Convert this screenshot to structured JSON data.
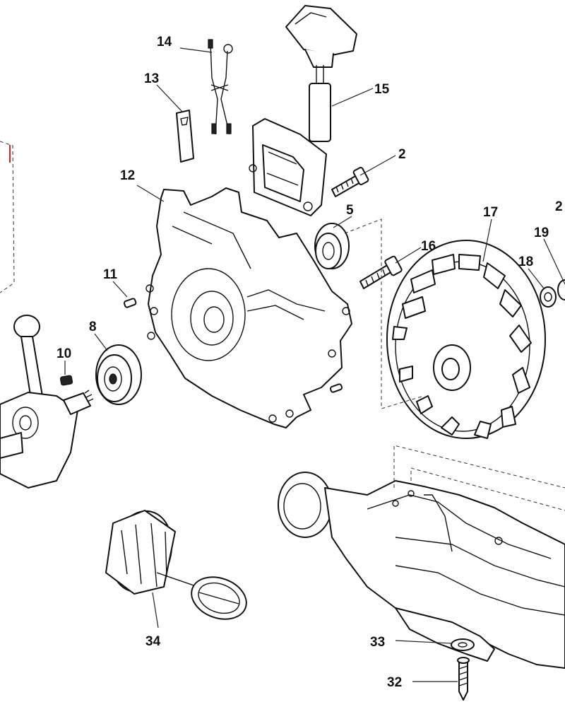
{
  "callouts": {
    "c14": "14",
    "c13": "13",
    "c15": "15",
    "c2a": "2",
    "c2b": "2",
    "c12": "12",
    "c5": "5",
    "c16": "16",
    "c17": "17",
    "c19": "19",
    "c18": "18",
    "c11": "11",
    "c8": "8",
    "c10": "10",
    "c33": "33",
    "c32": "32",
    "c34": "34"
  },
  "colors": {
    "line": "#111111",
    "background": "#ffffff",
    "left_edge_marker": "#d42020"
  }
}
